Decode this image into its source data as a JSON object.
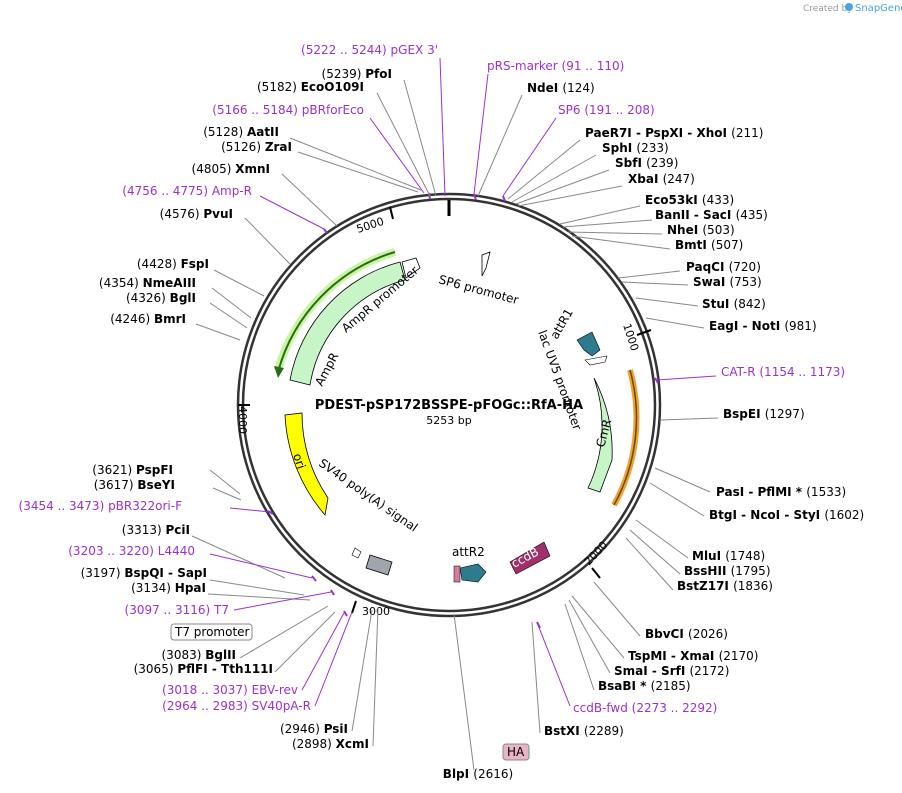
{
  "brand": {
    "created_by": "Created by",
    "app": "SnapGene"
  },
  "plasmid": {
    "name": "PDEST-pSP172BSSPE-pFOGc::RfA-HA",
    "length_label": "5253 bp",
    "length": 5253
  },
  "colors": {
    "enzyme_line": "#888888",
    "primer": "#9b30d0",
    "ampr": "#c8f5c8",
    "ori": "#ffff00",
    "ccdb": "#a0306a",
    "att": "#2e7b8f",
    "cmr_outline": "#f0a030",
    "polya": "#a0a4ac"
  },
  "ticks": [
    {
      "label": "1000"
    },
    {
      "label": "2000"
    },
    {
      "label": "3000"
    },
    {
      "label": "4000"
    },
    {
      "label": "5000"
    }
  ],
  "enzymes": [
    {
      "name": "PfoI",
      "pos": "(5239)"
    },
    {
      "name": "EcoO109I",
      "pos": "(5182)"
    },
    {
      "name": "AatII",
      "pos": "(5128)"
    },
    {
      "name": "ZraI",
      "pos": "(5126)"
    },
    {
      "name": "XmnI",
      "pos": "(4805)"
    },
    {
      "name": "PvuI",
      "pos": "(4576)"
    },
    {
      "name": "FspI",
      "pos": "(4428)"
    },
    {
      "name": "NmeAIII",
      "pos": "(4354)"
    },
    {
      "name": "BglI",
      "pos": "(4326)"
    },
    {
      "name": "BmrI",
      "pos": "(4246)"
    },
    {
      "name": "PspFI",
      "pos": "(3621)"
    },
    {
      "name": "BseYI",
      "pos": "(3617)"
    },
    {
      "name": "PciI",
      "pos": "(3313)"
    },
    {
      "name": "BspQI  -  SapI",
      "pos": "(3197)"
    },
    {
      "name": "HpaI",
      "pos": "(3134)"
    },
    {
      "name": "BglII",
      "pos": "(3083)"
    },
    {
      "name": "PflFI  -  Tth111I",
      "pos": "(3065)"
    },
    {
      "name": "PsiI",
      "pos": "(2946)"
    },
    {
      "name": "XcmI",
      "pos": "(2898)"
    },
    {
      "name": "NdeI",
      "pos": "(124)"
    },
    {
      "name": "PaeR7I  -  PspXI  -  XhoI",
      "pos": "(211)"
    },
    {
      "name": "SphI",
      "pos": "(233)"
    },
    {
      "name": "SbfI",
      "pos": "(239)"
    },
    {
      "name": "XbaI",
      "pos": "(247)"
    },
    {
      "name": "Eco53kI",
      "pos": "(433)"
    },
    {
      "name": "BanII  -  SacI",
      "pos": "(435)"
    },
    {
      "name": "NheI",
      "pos": "(503)"
    },
    {
      "name": "BmtI",
      "pos": "(507)"
    },
    {
      "name": "PaqCI",
      "pos": "(720)"
    },
    {
      "name": "SwaI",
      "pos": "(753)"
    },
    {
      "name": "StuI",
      "pos": "(842)"
    },
    {
      "name": "EagI  -  NotI",
      "pos": "(981)"
    },
    {
      "name": "BspEI",
      "pos": "(1297)"
    },
    {
      "name": "PasI  -  PflMI *",
      "pos": "(1533)"
    },
    {
      "name": "BtgI  -  NcoI  -  StyI",
      "pos": "(1602)"
    },
    {
      "name": "MluI",
      "pos": "(1748)"
    },
    {
      "name": "BssHII",
      "pos": "(1795)"
    },
    {
      "name": "BstZ17I",
      "pos": "(1836)"
    },
    {
      "name": "BbvCI",
      "pos": "(2026)"
    },
    {
      "name": "TspMI  -  XmaI",
      "pos": "(2170)"
    },
    {
      "name": "SmaI  -  SrfI",
      "pos": "(2172)"
    },
    {
      "name": "BsaBI *",
      "pos": "(2185)"
    },
    {
      "name": "BstXI",
      "pos": "(2289)"
    },
    {
      "name": "BlpI",
      "pos": "(2616)"
    }
  ],
  "primers": [
    {
      "name": "pGEX 3'",
      "range": "(5222 .. 5244)"
    },
    {
      "name": "pBRforEco",
      "range": "(5166 .. 5184)"
    },
    {
      "name": "Amp-R",
      "range": "(4756 .. 4775)"
    },
    {
      "name": "pBR322ori-F",
      "range": "(3454 .. 3473)"
    },
    {
      "name": "L4440",
      "range": "(3203 .. 3220)"
    },
    {
      "name": "T7",
      "range": "(3097 .. 3116)"
    },
    {
      "name": "EBV-rev",
      "range": "(3018 .. 3037)"
    },
    {
      "name": "SV40pA-R",
      "range": "(2964 .. 2983)"
    },
    {
      "name": "pRS-marker",
      "range": "(91 .. 110)"
    },
    {
      "name": "SP6",
      "range": "(191 .. 208)"
    },
    {
      "name": "CAT-R",
      "range": "(1154 .. 1173)"
    },
    {
      "name": "ccdB-fwd",
      "range": "(2273 .. 2292)"
    }
  ],
  "boxed_labels": {
    "t7_promoter": "T7 promoter",
    "ha": "HA"
  },
  "features": {
    "sp6_promoter": "SP6 promoter",
    "ampr_promoter": "AmpR promoter",
    "ampr": "AmpR",
    "ori": "ori",
    "sv40": "SV40 poly(A) signal",
    "attr1": "attR1",
    "lacuv5": "lac UV5 promoter",
    "cmr": "CmR",
    "ccdb": "ccdB",
    "attr2": "attR2"
  }
}
